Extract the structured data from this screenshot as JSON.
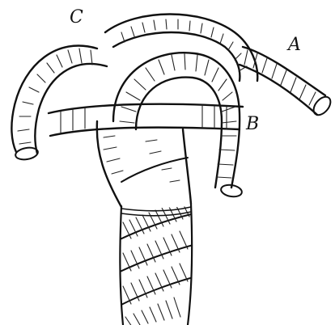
{
  "figure": {
    "labels": {
      "a": "A",
      "b": "B",
      "c": "C"
    },
    "ink_color": "#111111",
    "background_color": "#ffffff"
  }
}
